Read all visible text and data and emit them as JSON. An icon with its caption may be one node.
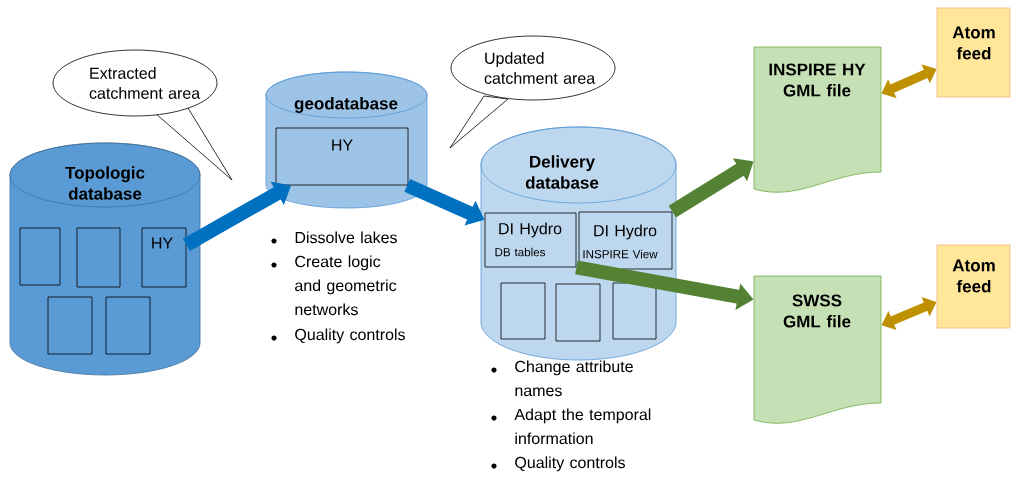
{
  "diagram": {
    "nodes": [
      {
        "text": [
          "Topologic database"
        ]
      },
      {
        "text": [],
        "shape": "box",
        "in": 0
      },
      {
        "text": [],
        "shape": "box",
        "in": 0
      },
      {
        "text": [
          "HY"
        ],
        "in": 0
      },
      {
        "text": [],
        "shape": "box",
        "in": 0
      },
      {
        "text": [],
        "shape": "box",
        "in": 0
      },
      {
        "text": [
          "geodatabase"
        ]
      },
      {
        "text": [
          "HY"
        ],
        "in": 6
      },
      {
        "text": [
          "Delivery database"
        ]
      },
      {
        "text": [
          "DI Hydro",
          "DB tables"
        ],
        "in": 8
      },
      {
        "text": [
          "DI Hydro",
          "INSPIRE View"
        ],
        "in": 8
      },
      {
        "text": [],
        "shape": "box",
        "in": 8
      },
      {
        "text": [],
        "shape": "box",
        "in": 8
      },
      {
        "text": [],
        "shape": "box",
        "in": 8
      },
      {
        "text": [
          "INSPIRE HY GML file"
        ]
      },
      {
        "text": [
          "SWSS GML file"
        ]
      },
      {
        "text": [
          "Atom feed"
        ]
      },
      {
        "text": [
          "Atom feed"
        ]
      },
      {
        "text": [
          "Extracted catchment area"
        ]
      },
      {
        "text": [
          "Updated catchment area"
        ]
      }
    ],
    "edges": [
      {
        "from": 3,
        "to": 7,
        "arrow": "to",
        "color": "#0070c0"
      },
      {
        "from": 7,
        "to": 9,
        "arrow": "to",
        "color": "#0070c0"
      },
      {
        "from": 10,
        "to": 14,
        "arrow": "to",
        "color": "#548235"
      },
      {
        "from": 9,
        "to": 15,
        "arrow": "to",
        "color": "#548235"
      },
      {
        "from": 16,
        "to": 14,
        "arrow": "both",
        "color": "#bf9000"
      },
      {
        "from": 17,
        "to": 15,
        "arrow": "both",
        "color": "#bf9000"
      }
    ],
    "labels": [
      "Dissolve lakes",
      "Create logic and geometric networks",
      "Quality controls",
      "Change attribute names",
      "Adapt the temporal information",
      "Quality controls"
    ]
  }
}
